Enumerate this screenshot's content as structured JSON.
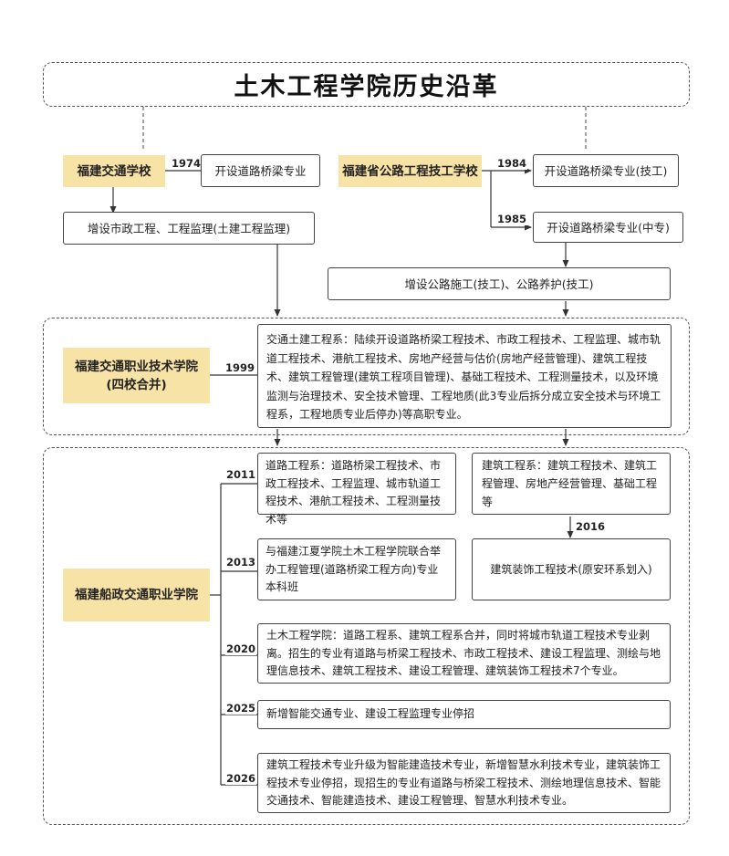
{
  "title": "土木工程学院历史沿革",
  "colors": {
    "tag_fill": "#f8e3a6",
    "line": "#333333"
  },
  "schools": {
    "fujian_jiaotong_school": "福建交通学校",
    "fujian_highway_tech_school": "福建省公路工程技工学校",
    "fujian_jiaotong_vocational_college": "福建交通职业技术学院\n(四校合并)",
    "fujian_chuanzheng_college": "福建船政交通职业学院"
  },
  "years": {
    "y1974": "1974",
    "y1984": "1984",
    "y1985": "1985",
    "y1999": "1999",
    "y2011": "2011",
    "y2013": "2013",
    "y2016": "2016",
    "y2020": "2020",
    "y2025": "2025",
    "y2026": "2026"
  },
  "events": {
    "e1974": "开设道路桥梁专业",
    "e_municipal": "增设市政工程、工程监理(土建工程监理)",
    "e1984": "开设道路桥梁专业(技工)",
    "e1985": "开设道路桥梁专业(中专)",
    "e_highway": "增设公路施工(技工)、公路养护(技工)",
    "e1999": "交通土建工程系：陆续开设道路桥梁工程技术、市政工程技术、工程监理、城市轨道工程技术、港航工程技术、房地产经营与估价(房地产经营管理)、建筑工程技术、建筑工程管理(建筑工程项目管理)、基础工程技术、工程测量技术，以及环境监测与治理技术、安全技术管理、工程地质(此3专业后拆分成立安全技术与环境工程系，工程地质专业后停办)等高职专业。",
    "e2011_road": "道路工程系：道路桥梁工程技术、市政工程技术、工程监理、城市轨道工程技术、港航工程技术、工程测量技术等",
    "e2011_building": "建筑工程系：建筑工程技术、建筑工程管理、房地产经营管理、基础工程等",
    "e2013": "与福建江夏学院土木工程学院联合举办工程管理(道路桥梁工程方向)专业本科班",
    "e2016": "建筑装饰工程技术(原安环系划入)",
    "e2020": "土木工程学院：道路工程系、建筑工程系合并，同时将城市轨道工程技术专业剥离。招生的专业有道路与桥梁工程技术、市政工程技术、建设工程监理、测绘与地理信息技术、建筑工程技术、建设工程管理、建筑装饰工程技术7个专业。",
    "e2025": "新增智能交通专业、建设工程监理专业停招",
    "e2026": "建筑工程技术专业升级为智能建造技术专业，新增智慧水利技术专业，建筑装饰工程技术专业停招，现招生的专业有道路与桥梁工程技术、测绘地理信息技术、智能交通技术、智能建造技术、建设工程管理、智慧水利技术专业。"
  }
}
